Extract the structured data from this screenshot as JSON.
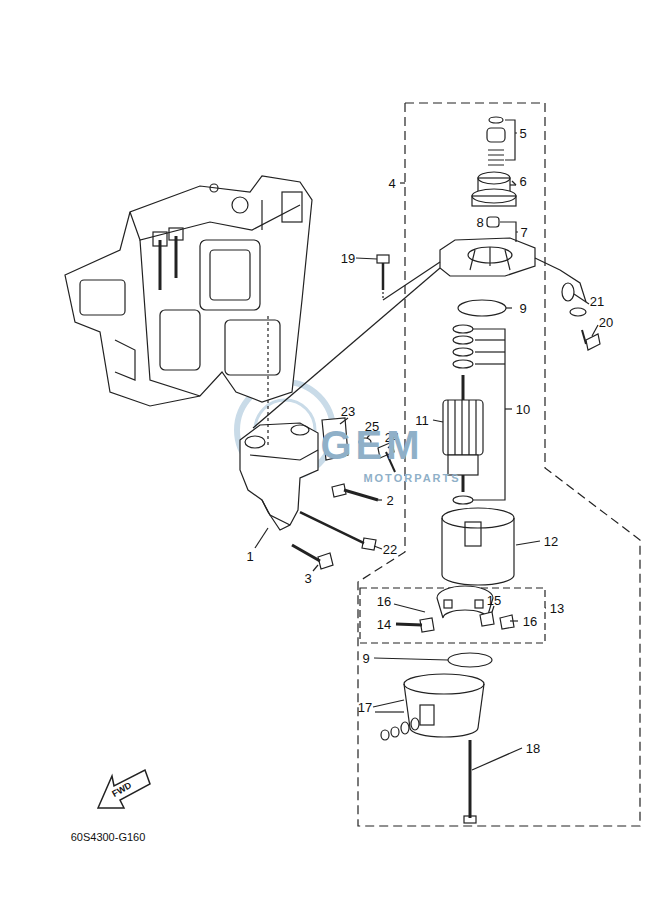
{
  "diagram": {
    "labels": [
      "5",
      "4",
      "6",
      "8",
      "7",
      "19",
      "9",
      "21",
      "20",
      "10",
      "11",
      "23",
      "25",
      "24",
      "2",
      "22",
      "1",
      "3",
      "12",
      "16",
      "15",
      "14",
      "16",
      "13",
      "9",
      "17",
      "18",
      "FWD",
      "60S4300-G160",
      "GEM",
      "MOTORPARTS"
    ]
  }
}
